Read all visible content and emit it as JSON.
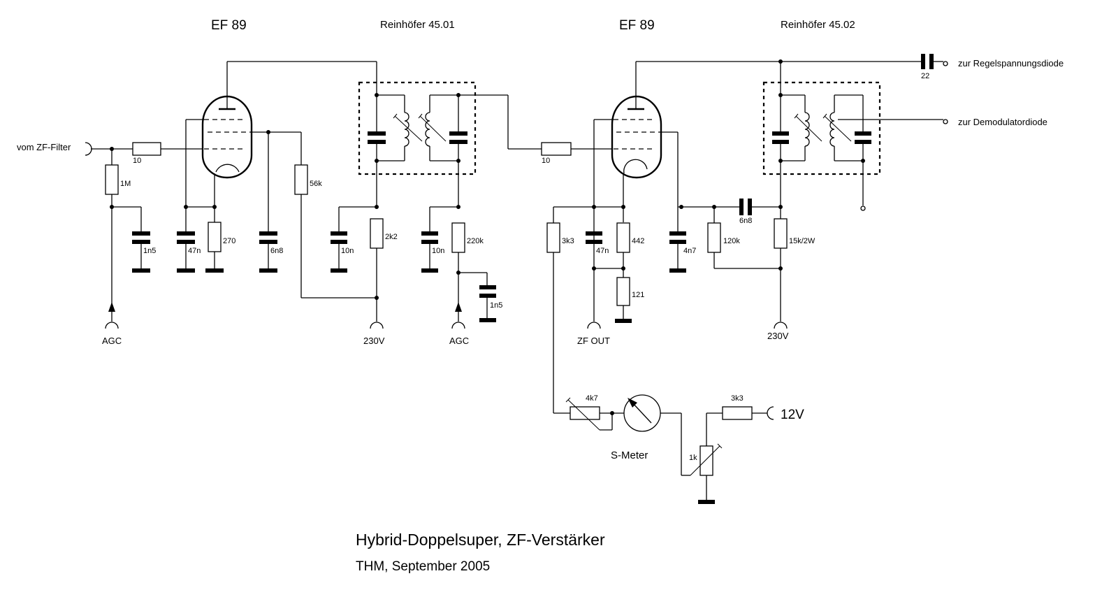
{
  "diagram": {
    "title": "Hybrid-Doppelsuper, ZF-Verstärker",
    "author_date": "THM, September 2005",
    "headers": {
      "tube1": "EF 89",
      "filter1": "Reinhöfer 45.01",
      "tube2": "EF 89",
      "filter2": "Reinhöfer 45.02"
    },
    "terminals": {
      "input": "vom ZF-Filter",
      "agc1": "AGC",
      "hv1": "230V",
      "agc2": "AGC",
      "zf_out": "ZF OUT",
      "hv2": "230V",
      "regel": "zur Regelspannungsdiode",
      "demod": "zur Demodulatordiode",
      "v12": "12V"
    },
    "components": {
      "r_in": "10",
      "r_1m": "1M",
      "c_1n5_a": "1n5",
      "c_47n_a": "47n",
      "r_270": "270",
      "c_6n8_a": "6n8",
      "r_56k": "56k",
      "c_10n_a": "10n",
      "r_2k2": "2k2",
      "c_10n_b": "10n",
      "r_220k": "220k",
      "c_1n5_b": "1n5",
      "r_10_b": "10",
      "r_3k3_a": "3k3",
      "c_47n_b": "47n",
      "r_442": "442",
      "r_121": "121",
      "c_4n7": "4n7",
      "r_120k": "120k",
      "c_6n8_b": "6n8",
      "r_15k": "15k/2W",
      "c_22": "22",
      "pot_4k7": "4k7",
      "r_3k3_b": "3k3",
      "pot_1k": "1k"
    },
    "meter_label": "S-Meter"
  }
}
